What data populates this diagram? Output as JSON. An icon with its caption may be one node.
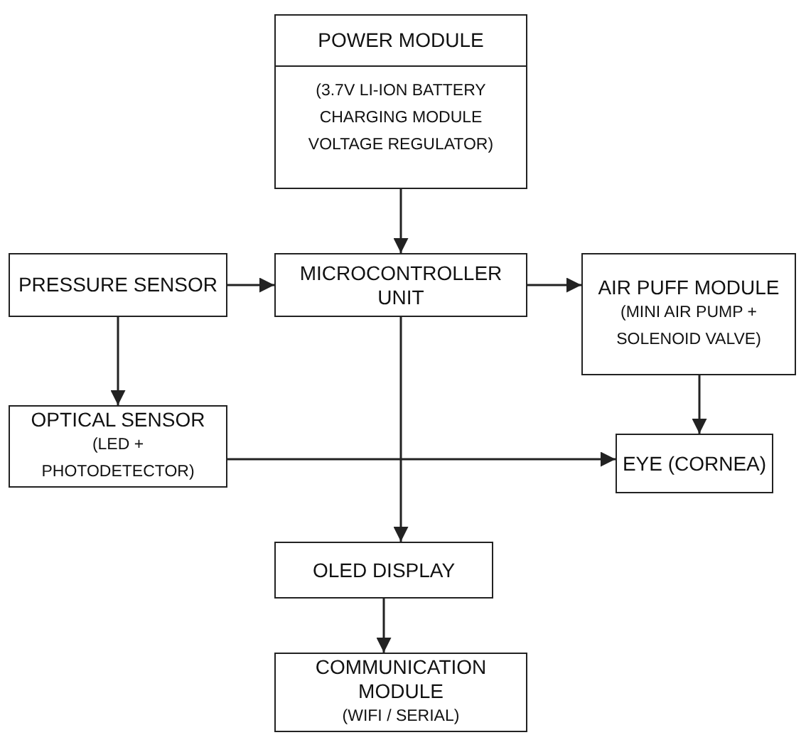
{
  "diagram": {
    "nodes": [
      {
        "text": [
          "POWER MODULE",
          "(3.7V LI-ION BATTERY CHARGING MODULE VOLTAGE REGULATOR)"
        ]
      },
      {
        "text": [
          "PRESSURE SENSOR"
        ]
      },
      {
        "text": [
          "MICROCONTROLLER UNIT"
        ]
      },
      {
        "text": [
          "AIR PUFF MODULE",
          "(MINI AIR PUMP + SOLENOID VALVE)"
        ]
      },
      {
        "text": [
          "OPTICAL SENSOR",
          "(LED + PHOTODETECTOR)"
        ]
      },
      {
        "text": [
          "EYE (CORNEA)"
        ]
      },
      {
        "text": [
          "OLED DISPLAY"
        ]
      },
      {
        "text": [
          "COMMUNICATION MODULE",
          "(WIFI / SERIAL)"
        ]
      }
    ],
    "edges": [
      {
        "from": 0,
        "to": 2,
        "arrow": "to"
      },
      {
        "from": 1,
        "to": 2,
        "arrow": "to"
      },
      {
        "from": 2,
        "to": 3,
        "arrow": "to"
      },
      {
        "from": 1,
        "to": 4,
        "arrow": "to"
      },
      {
        "from": 3,
        "to": 5,
        "arrow": "to"
      },
      {
        "from": 4,
        "to": 5,
        "arrow": "to"
      },
      {
        "from": 2,
        "to": 6,
        "arrow": "to"
      },
      {
        "from": 6,
        "to": 7,
        "arrow": "to"
      }
    ]
  }
}
